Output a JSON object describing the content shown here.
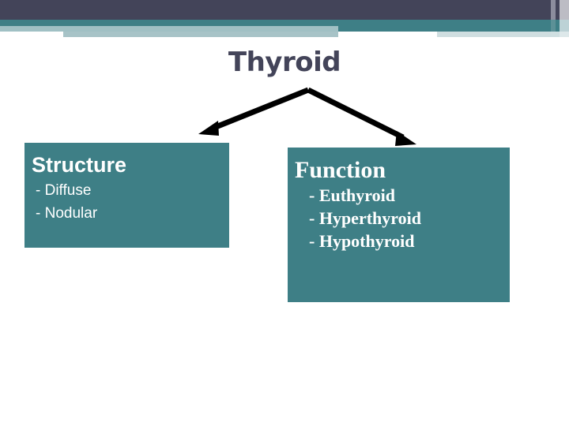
{
  "slide": {
    "title": "Thyroid",
    "title_color": "#434459",
    "background": "#ffffff",
    "accent_teal": "#3e7f86",
    "accent_light": "#a0c0c4",
    "banner_dark": "#434459"
  },
  "banner": {
    "bars": [
      {
        "name": "dark-main",
        "color": "#434459"
      },
      {
        "name": "gray-stripe",
        "color": "#8c8d9d"
      },
      {
        "name": "light-gray",
        "color": "#bcbcc4"
      },
      {
        "name": "teal",
        "color": "#3e7f86"
      },
      {
        "name": "light-blue",
        "color": "#a0c0c4"
      },
      {
        "name": "pale-blue",
        "color": "#cfdee0"
      }
    ]
  },
  "arrows": [
    {
      "name": "arrow-to-structure",
      "from": "Thyroid",
      "to": "Structure",
      "color": "#000000"
    },
    {
      "name": "arrow-to-function",
      "from": "Thyroid",
      "to": "Function",
      "color": "#000000"
    }
  ],
  "boxes": [
    {
      "id": "structure",
      "heading": "Structure",
      "items": [
        "- Diffuse",
        "- Nodular"
      ],
      "fill": "#3e7f86",
      "text_color": "#ffffff"
    },
    {
      "id": "function",
      "heading": "Function",
      "items": [
        "- Euthyroid",
        "- Hyperthyroid",
        "- Hypothyroid"
      ],
      "fill": "#3e7f86",
      "text_color": "#ffffff"
    }
  ]
}
